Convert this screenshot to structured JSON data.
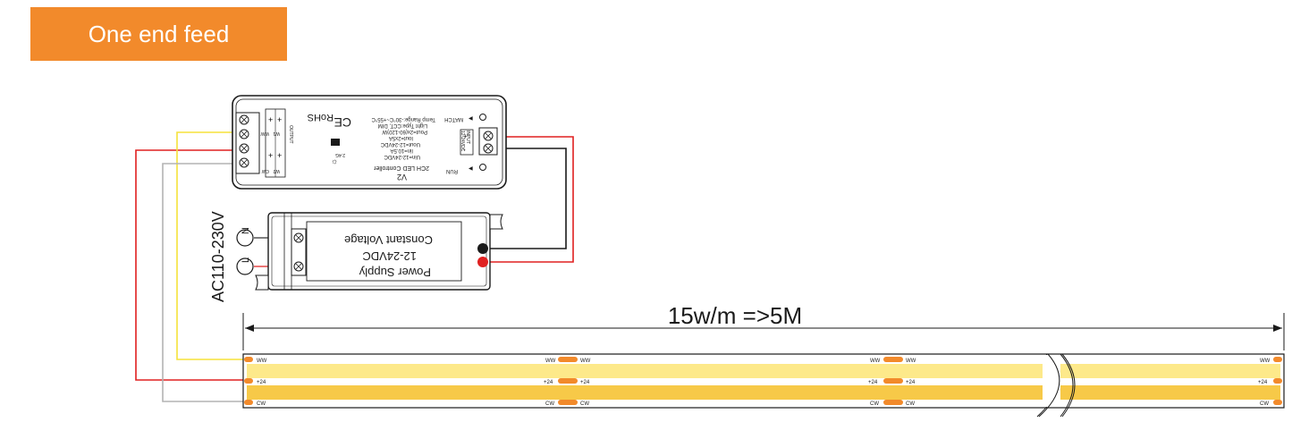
{
  "header": {
    "title": "One end feed"
  },
  "mains": {
    "label": "AC110-230V",
    "neutral": "N",
    "live": "L"
  },
  "controller": {
    "model": "V2",
    "name": "2CH LED Controller",
    "spec_lines": [
      "Uin=12-24VDC",
      "Iin=10.5A",
      "Uout=12-24VDC",
      "Iout=2x5A",
      "Pout=2x(60-120)W",
      "Light Type:CCT, DIM",
      "Temp Range:-30°C~+55°C"
    ],
    "rohs": "RoHS",
    "ce": "CE",
    "match_label": "MATCH",
    "run_label": "RUN",
    "output_label": "OUTPUT",
    "input_label": "INPUT",
    "input_voltage": "12-24VDC",
    "wireless_label": "2.4G",
    "output_channels": [
      "WW",
      "W1",
      "W2",
      "CW"
    ]
  },
  "power_supply": {
    "line1": "Constant Voltage",
    "line2": "12-24VDC",
    "line3": "Power Supply"
  },
  "strip": {
    "length_label": "15w/m =>5M",
    "pad_labels": [
      "WW",
      "+24",
      "CW"
    ]
  },
  "colors": {
    "brand": "#f28a2b",
    "red_wire": "#e02020",
    "yellow_wire": "#f5e23a",
    "gray_wire": "#b3b3b3",
    "black_wire": "#1a1a1a",
    "strip_warm": "#f7c948",
    "strip_light": "#fde98a"
  }
}
